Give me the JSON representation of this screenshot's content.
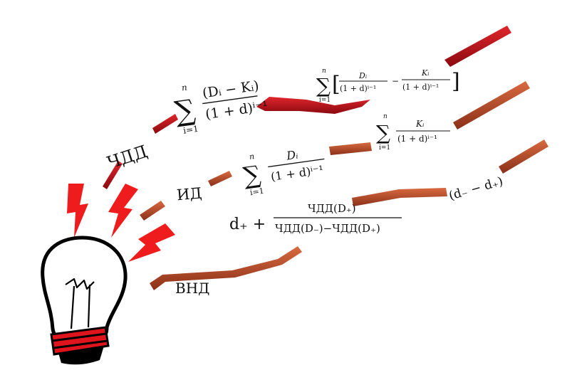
{
  "labels": {
    "npv": "ЧДД",
    "pi": "ИД",
    "irr": "ВНД"
  },
  "formulas": {
    "npv_main": {
      "sigma": "∑",
      "upper": "n",
      "lower": "i=1",
      "numerator": "(Dᵢ − Kᵢ)",
      "denominator": "(1 + d)ⁱ⁻¹"
    },
    "npv_alt": {
      "sigma": "∑",
      "upper": "n",
      "lower": "i=1",
      "term1_num": "Dᵢ",
      "term1_den": "(1 + d)ⁱ⁻¹",
      "minus": "−",
      "term2_num": "Kᵢ",
      "term2_den": "(1 + d)ⁱ⁻¹"
    },
    "pi_num": {
      "sigma": "∑",
      "upper": "n",
      "lower": "i=1",
      "numerator": "Dᵢ",
      "denominator": "(1 + d)ⁱ⁻¹"
    },
    "pi_den": {
      "sigma": "∑",
      "upper": "n",
      "lower": "i=1",
      "numerator": "Kᵢ",
      "denominator": "(1 + d)ⁱ⁻¹"
    },
    "irr_main": {
      "prefix": "d₊ +",
      "numerator": "ЧДД(D₊)",
      "denominator": "ЧДД(D₋)−ЧДД(D₊)"
    },
    "irr_factor": "(d₋ − d₊)"
  },
  "colors": {
    "ribbon_red": "#c8141e",
    "ribbon_dark": "#8a0a10",
    "ribbon_rust": "#c0502e",
    "ribbon_rust_dark": "#8a3018",
    "lightning": "#ee1c1c",
    "bulb_stroke": "#000000",
    "bulb_base": "#e0141c"
  },
  "icons": [
    "lightbulb-icon",
    "lightning-bolt-icon"
  ]
}
